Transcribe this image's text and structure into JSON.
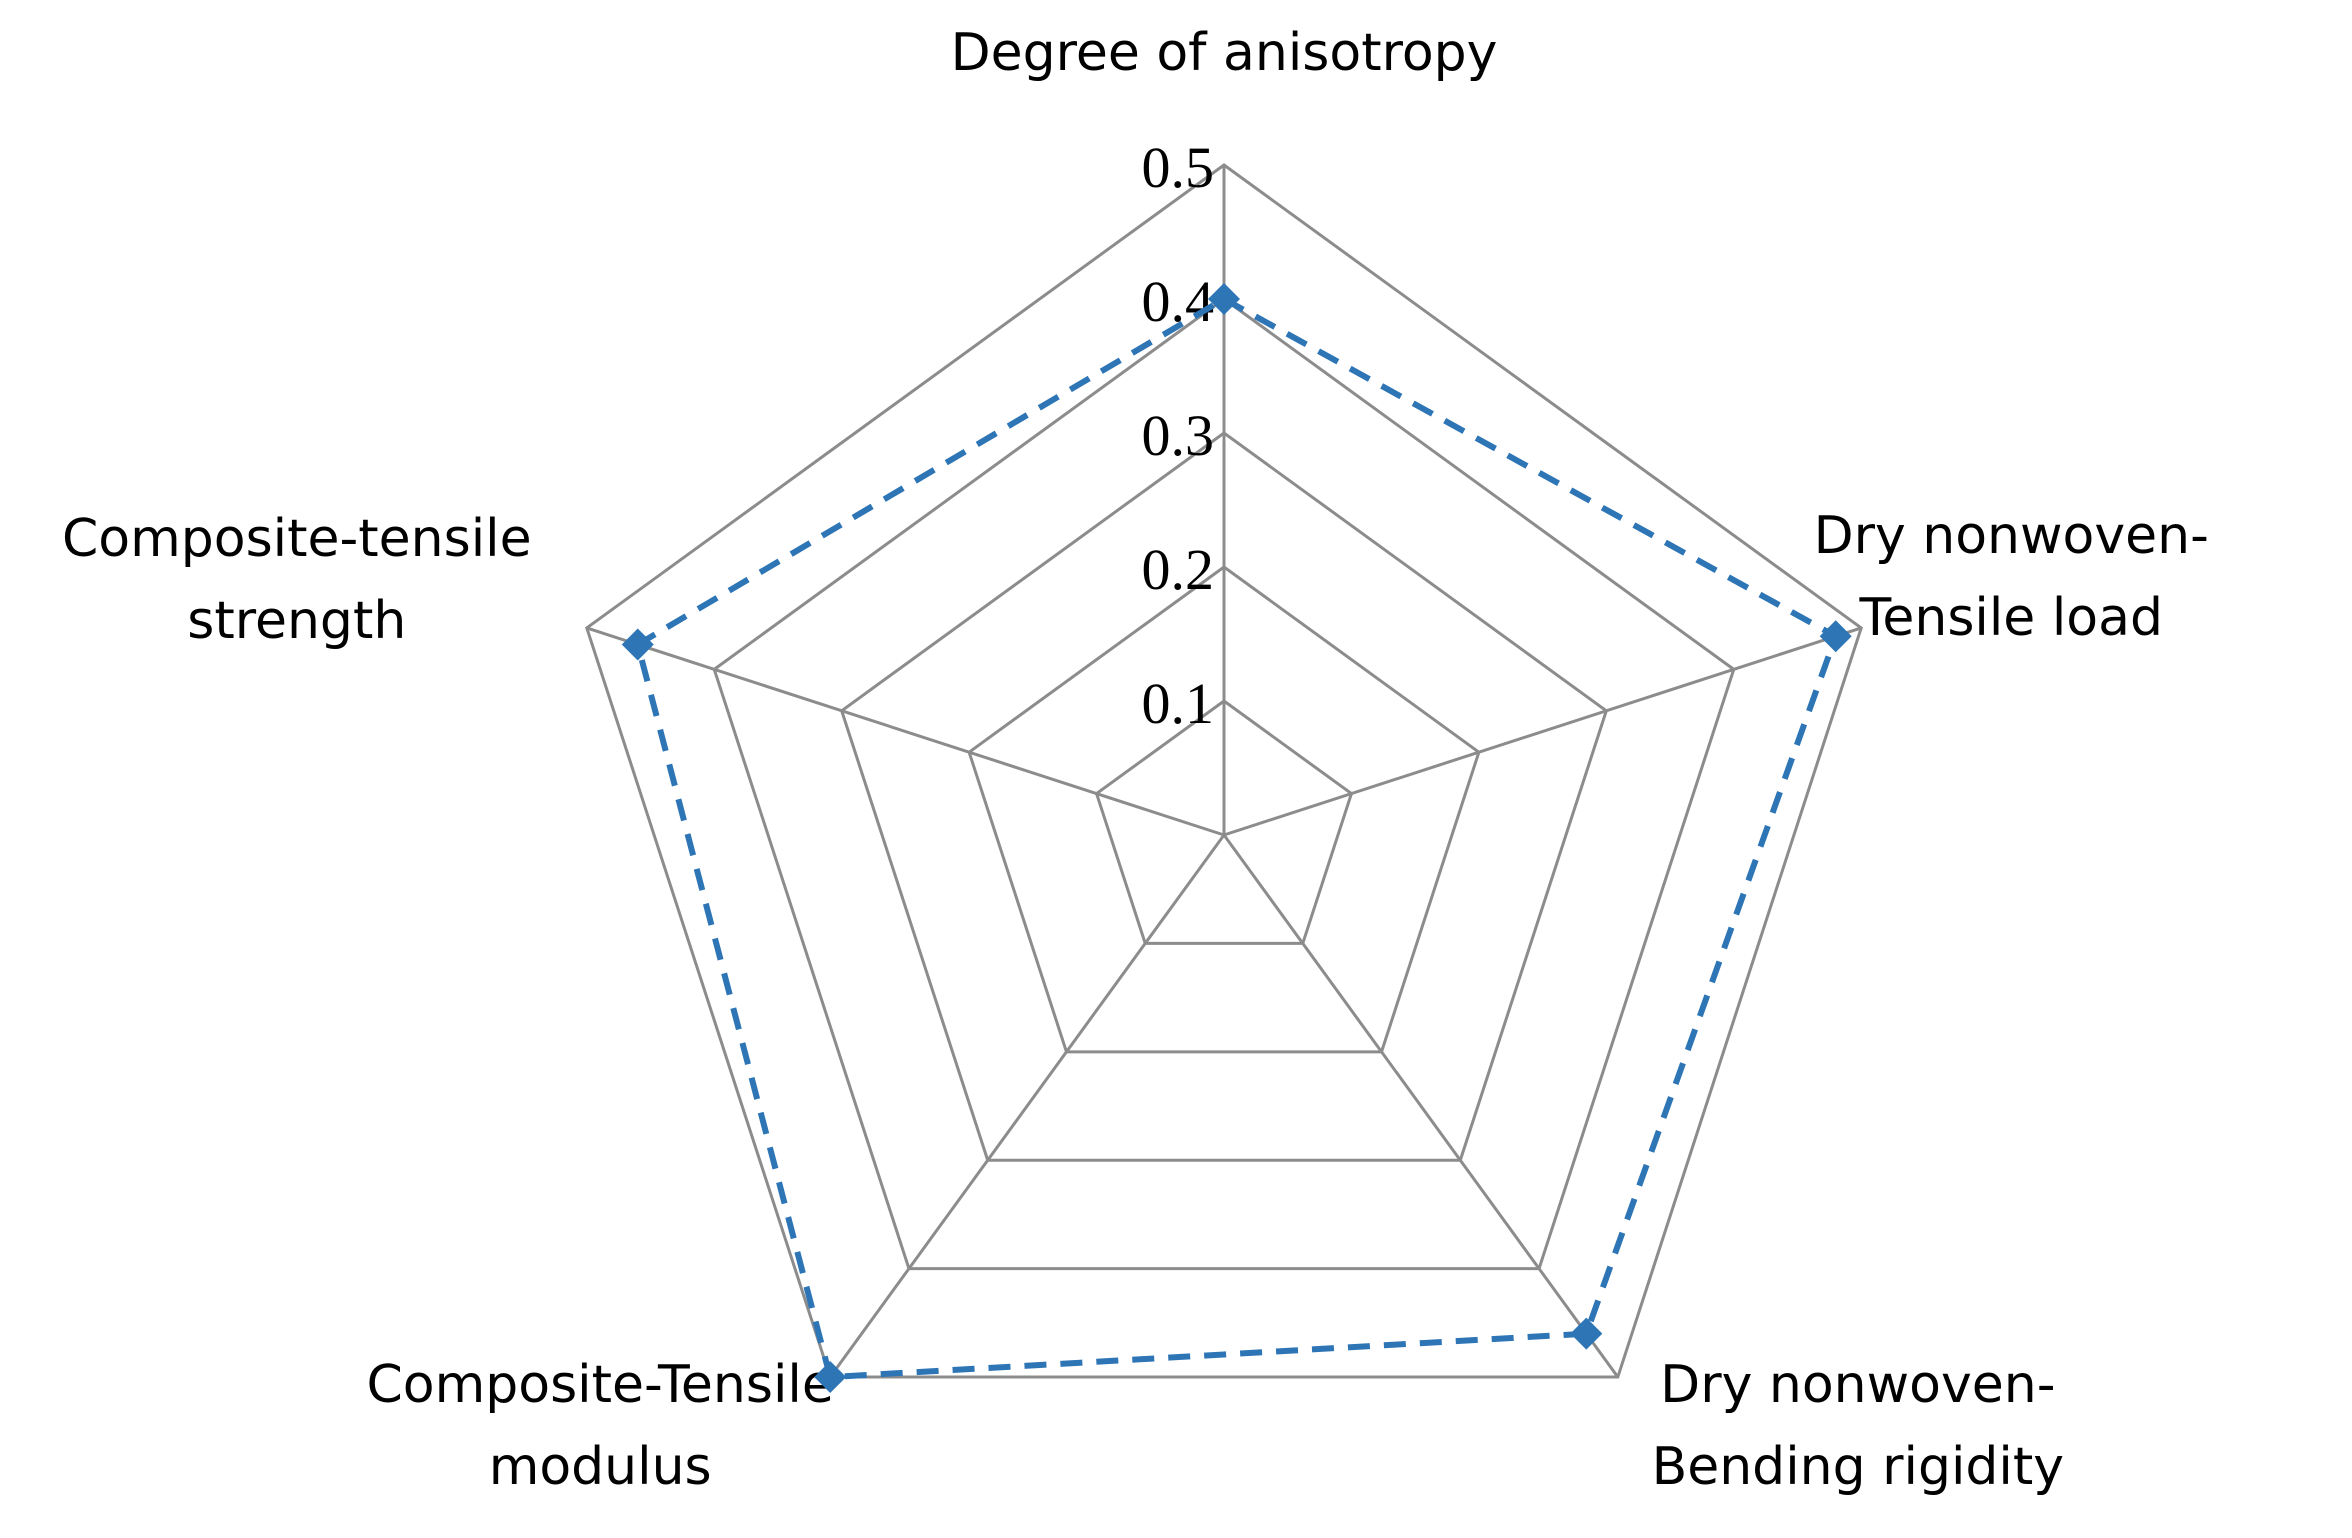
{
  "chart_data": {
    "type": "radar",
    "axes": [
      [
        "Degree of anisotropy"
      ],
      [
        "Dry nonwoven-",
        "Tensile load"
      ],
      [
        "Dry nonwoven-",
        "Bending rigidity"
      ],
      [
        "Composite-Tensile",
        "modulus"
      ],
      [
        "Composite-tensile",
        "strength"
      ]
    ],
    "rlim": [
      0,
      0.5
    ],
    "ticks": [
      "0.1",
      "0.2",
      "0.3",
      "0.4",
      "0.5"
    ],
    "tick_values": [
      0.1,
      0.2,
      0.3,
      0.4,
      0.5
    ],
    "grid": true,
    "series": [
      {
        "values": [
          0.4,
          0.48,
          0.46,
          0.5,
          0.46
        ],
        "color": "#2e75b6",
        "line_style": "dashed",
        "marker": "diamond"
      }
    ]
  }
}
